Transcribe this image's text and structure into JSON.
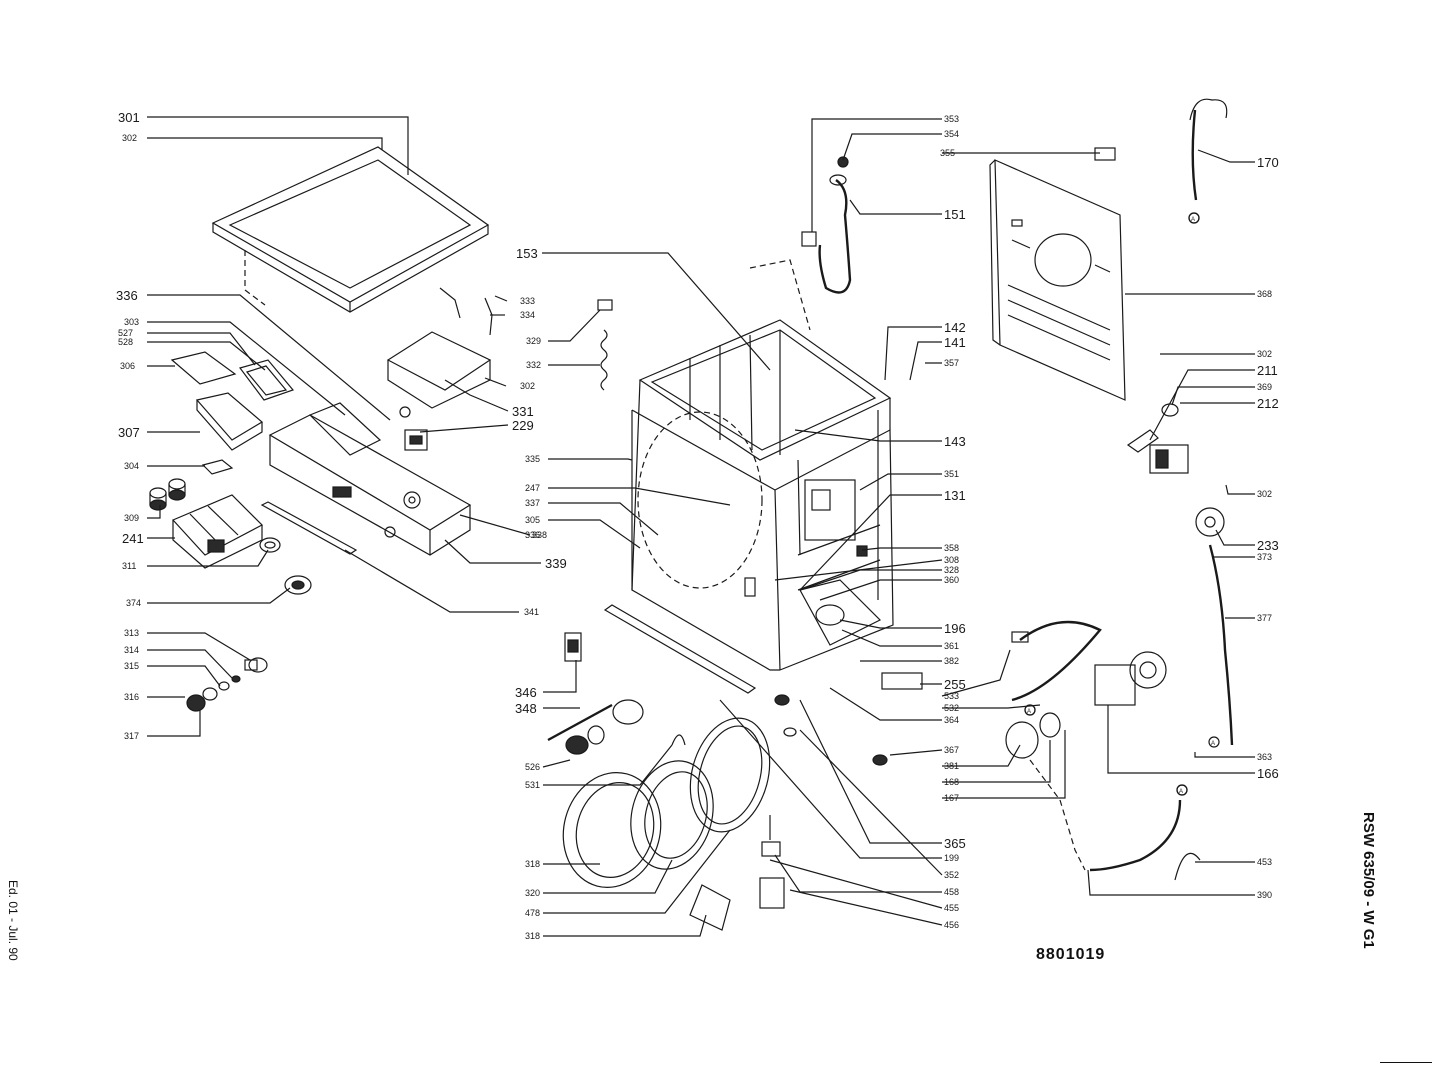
{
  "title": {
    "model": "RSW 635/09 - W G1",
    "edition": "Ed. 01 - Jul. 90",
    "drawing_number": "8801019"
  },
  "callouts": [
    {
      "id": "301",
      "big": true
    },
    {
      "id": "302",
      "big": false
    },
    {
      "id": "336",
      "big": true
    },
    {
      "id": "303",
      "big": false
    },
    {
      "id": "527",
      "big": false
    },
    {
      "id": "528",
      "big": false
    },
    {
      "id": "306",
      "big": false
    },
    {
      "id": "307",
      "big": true
    },
    {
      "id": "304",
      "big": false
    },
    {
      "id": "309",
      "big": false
    },
    {
      "id": "241",
      "big": true
    },
    {
      "id": "311",
      "big": false
    },
    {
      "id": "374",
      "big": false
    },
    {
      "id": "313",
      "big": false
    },
    {
      "id": "314",
      "big": false
    },
    {
      "id": "315",
      "big": false
    },
    {
      "id": "316",
      "big": false
    },
    {
      "id": "317",
      "big": false
    },
    {
      "id": "333",
      "big": false
    },
    {
      "id": "334",
      "big": false
    },
    {
      "id": "302",
      "big": false
    },
    {
      "id": "331",
      "big": true
    },
    {
      "id": "229",
      "big": true
    },
    {
      "id": "338",
      "big": false
    },
    {
      "id": "339",
      "big": true
    },
    {
      "id": "341",
      "big": false
    },
    {
      "id": "153",
      "big": true
    },
    {
      "id": "329",
      "big": false
    },
    {
      "id": "332",
      "big": false
    },
    {
      "id": "335",
      "big": false
    },
    {
      "id": "247",
      "big": false
    },
    {
      "id": "337",
      "big": false
    },
    {
      "id": "305",
      "big": false
    },
    {
      "id": "336",
      "big": false
    },
    {
      "id": "346",
      "big": true
    },
    {
      "id": "348",
      "big": true
    },
    {
      "id": "526",
      "big": false
    },
    {
      "id": "531",
      "big": false
    },
    {
      "id": "318",
      "big": false
    },
    {
      "id": "320",
      "big": false
    },
    {
      "id": "478",
      "big": false
    },
    {
      "id": "318",
      "big": false
    },
    {
      "id": "353",
      "big": false
    },
    {
      "id": "354",
      "big": false
    },
    {
      "id": "355",
      "big": false
    },
    {
      "id": "151",
      "big": true
    },
    {
      "id": "142",
      "big": true
    },
    {
      "id": "141",
      "big": true
    },
    {
      "id": "357",
      "big": false
    },
    {
      "id": "143",
      "big": true
    },
    {
      "id": "351",
      "big": false
    },
    {
      "id": "131",
      "big": true
    },
    {
      "id": "358",
      "big": false
    },
    {
      "id": "308",
      "big": false
    },
    {
      "id": "328",
      "big": false
    },
    {
      "id": "360",
      "big": false
    },
    {
      "id": "196",
      "big": true
    },
    {
      "id": "361",
      "big": false
    },
    {
      "id": "382",
      "big": false
    },
    {
      "id": "255",
      "big": true
    },
    {
      "id": "533",
      "big": false
    },
    {
      "id": "532",
      "big": false
    },
    {
      "id": "364",
      "big": false
    },
    {
      "id": "367",
      "big": false
    },
    {
      "id": "381",
      "big": false
    },
    {
      "id": "168",
      "big": false
    },
    {
      "id": "167",
      "big": false
    },
    {
      "id": "365",
      "big": true
    },
    {
      "id": "199",
      "big": false
    },
    {
      "id": "352",
      "big": false
    },
    {
      "id": "458",
      "big": false
    },
    {
      "id": "455",
      "big": false
    },
    {
      "id": "456",
      "big": false
    },
    {
      "id": "170",
      "big": true
    },
    {
      "id": "368",
      "big": false
    },
    {
      "id": "302",
      "big": false
    },
    {
      "id": "211",
      "big": true
    },
    {
      "id": "369",
      "big": false
    },
    {
      "id": "212",
      "big": true
    },
    {
      "id": "302",
      "big": false
    },
    {
      "id": "233",
      "big": true
    },
    {
      "id": "373",
      "big": false
    },
    {
      "id": "377",
      "big": false
    },
    {
      "id": "363",
      "big": false
    },
    {
      "id": "166",
      "big": true
    },
    {
      "id": "453",
      "big": false
    },
    {
      "id": "390",
      "big": false
    }
  ],
  "connector_markers": [
    "A",
    "A",
    "A",
    "A"
  ]
}
